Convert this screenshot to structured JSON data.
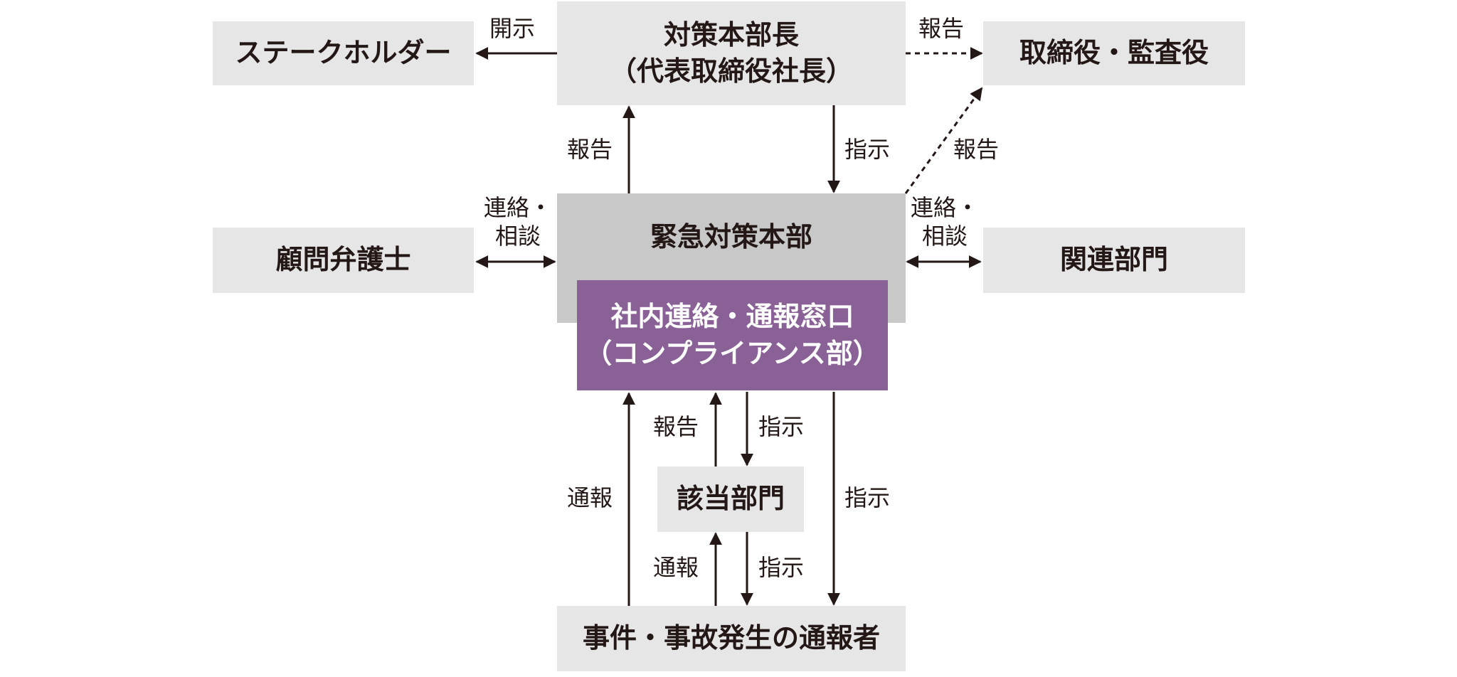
{
  "nodes": {
    "stakeholder": "ステークホルダー",
    "hq_head_line1": "対策本部長",
    "hq_head_line2": "（代表取締役社長）",
    "directors": "取締役・監査役",
    "lawyer": "顧問弁護士",
    "emergency_hq": "緊急対策本部",
    "related_dept": "関連部門",
    "contact_line1": "社内連絡・通報窓口",
    "contact_line2": "（コンプライアンス部）",
    "relevant_dept": "該当部門",
    "reporter": "事件・事故発生の通報者"
  },
  "labels": {
    "disclose": "開示",
    "report_top": "報告",
    "report_up": "報告",
    "instruct_down": "指示",
    "report_diag": "報告",
    "liaise_left_1": "連絡・",
    "liaise_left_2": "相談",
    "liaise_right_1": "連絡・",
    "liaise_right_2": "相談",
    "report_inner": "報告",
    "instruct_inner": "指示",
    "notify_left": "通報",
    "instruct_right": "指示",
    "notify_lower": "通報",
    "instruct_lower": "指示"
  },
  "colors": {
    "box_light": "#e6e6e6",
    "box_mid": "#c8c8c8",
    "box_purple": "#8a6196",
    "line": "#231815"
  }
}
